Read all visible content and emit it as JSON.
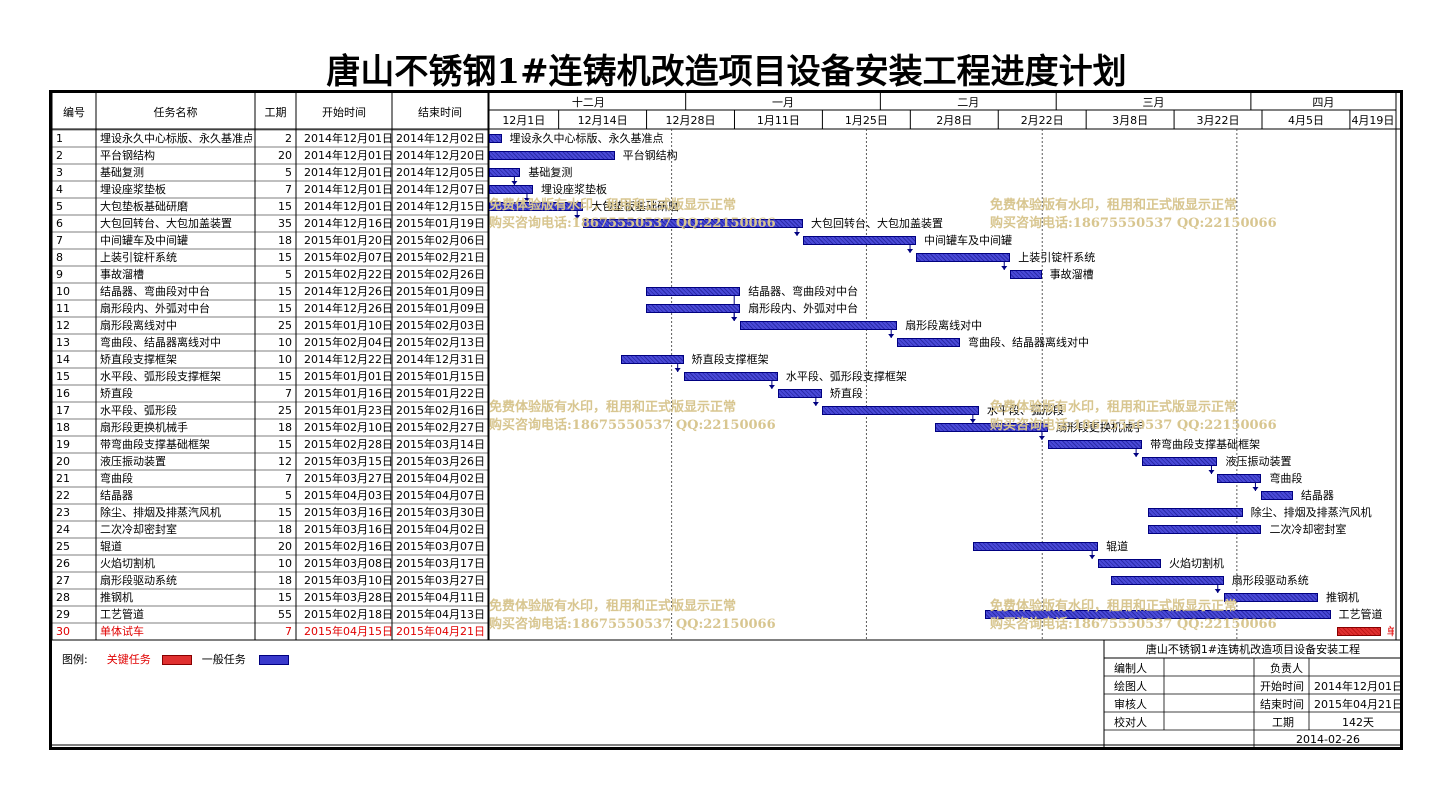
{
  "title": "唐山不锈钢1#连铸机改造项目设备安装工程进度计划",
  "columns": {
    "id": "编号",
    "name": "任务名称",
    "dur": "工期",
    "start": "开始时间",
    "end": "结束时间"
  },
  "months": [
    "十二月",
    "一月",
    "二月",
    "三月",
    "四月"
  ],
  "week_ticks": [
    "12月1日",
    "12月14日",
    "12月28日",
    "1月11日",
    "1月25日",
    "2月8日",
    "2月22日",
    "3月8日",
    "3月22日",
    "4月5日",
    "4月19日"
  ],
  "watermark": {
    "line1": "免费体验版有水印，租用和正式版显示正常",
    "line2": "购买咨询电话:18675550537 QQ:22150066"
  },
  "legend": {
    "label": "图例:",
    "critical": "关键任务",
    "normal": "一般任务"
  },
  "colors": {
    "normal_bar": "#3a3acc",
    "critical_bar": "#e03030",
    "critical_text": "#e00000"
  },
  "infobox": {
    "project": "唐山不锈钢1#连铸机改造项目设备安装工程",
    "editor_label": "编制人",
    "leader_label": "负责人",
    "drawer_label": "绘图人",
    "start_label": "开始时间",
    "start_value": "2014年12月01日",
    "reviewer_label": "审核人",
    "end_label": "结束时间",
    "end_value": "2015年04月21日",
    "checker_label": "校对人",
    "duration_label": "工期",
    "duration_value": "142天",
    "date": "2014-02-26"
  },
  "chart_data": {
    "type": "gantt",
    "x_axis": "date",
    "xlim": [
      "2014-12-01",
      "2015-04-21"
    ],
    "legend_placement": "bottom-left",
    "tasks": [
      {
        "id": "1",
        "name": "埋设永久中心标版、永久基准点",
        "name_cell": "埋设永久中心标版、永久基准点",
        "duration": "2",
        "start": "2014年12月01日",
        "end": "2014年12月02日",
        "bar_label": "埋设永久中心标版、永久基准点",
        "critical": false
      },
      {
        "id": "2",
        "name": "平台钢结构",
        "duration": "20",
        "start": "2014年12月01日",
        "end": "2014年12月20日",
        "bar_label": "平台钢结构",
        "critical": false
      },
      {
        "id": "3",
        "name": "基础复测",
        "duration": "5",
        "start": "2014年12月01日",
        "end": "2014年12月05日",
        "bar_label": "基础复测",
        "critical": false
      },
      {
        "id": "4",
        "name": "埋设座浆垫板",
        "duration": "7",
        "start": "2014年12月01日",
        "end": "2014年12月07日",
        "bar_label": "埋设座浆垫板",
        "critical": false
      },
      {
        "id": "5",
        "name": "大包垫板基础研磨",
        "duration": "15",
        "start": "2014年12月01日",
        "end": "2014年12月15日",
        "bar_label": "大包垫板基础研磨",
        "critical": false
      },
      {
        "id": "6",
        "name": "大包回转台、大包加盖装置",
        "duration": "35",
        "start": "2014年12月16日",
        "end": "2015年01月19日",
        "bar_label": "大包回转台、大包加盖装置",
        "critical": false
      },
      {
        "id": "7",
        "name": "中间罐车及中间罐",
        "duration": "18",
        "start": "2015年01月20日",
        "end": "2015年02月06日",
        "bar_label": "中间罐车及中间罐",
        "critical": false
      },
      {
        "id": "8",
        "name": "上装引锭杆系统",
        "duration": "15",
        "start": "2015年02月07日",
        "end": "2015年02月21日",
        "bar_label": "上装引锭杆系统",
        "critical": false
      },
      {
        "id": "9",
        "name": "事故溜槽",
        "duration": "5",
        "start": "2015年02月22日",
        "end": "2015年02月26日",
        "bar_label": "事故溜槽",
        "critical": false
      },
      {
        "id": "10",
        "name": "结晶器、弯曲段对中台",
        "duration": "15",
        "start": "2014年12月26日",
        "end": "2015年01月09日",
        "bar_label": "结晶器、弯曲段对中台",
        "critical": false
      },
      {
        "id": "11",
        "name": "扇形段内、外弧对中台",
        "duration": "15",
        "start": "2014年12月26日",
        "end": "2015年01月09日",
        "bar_label": "扇形段内、外弧对中台",
        "critical": false
      },
      {
        "id": "12",
        "name": "扇形段离线对中",
        "duration": "25",
        "start": "2015年01月10日",
        "end": "2015年02月03日",
        "bar_label": "扇形段离线对中",
        "critical": false
      },
      {
        "id": "13",
        "name": "弯曲段、结晶器离线对中",
        "duration": "10",
        "start": "2015年02月04日",
        "end": "2015年02月13日",
        "bar_label": "弯曲段、结晶器离线对中",
        "critical": false
      },
      {
        "id": "14",
        "name": "矫直段支撑框架",
        "duration": "10",
        "start": "2014年12月22日",
        "end": "2014年12月31日",
        "bar_label": "矫直段支撑框架",
        "critical": false
      },
      {
        "id": "15",
        "name": "水平段、弧形段支撑框架",
        "duration": "15",
        "start": "2015年01月01日",
        "end": "2015年01月15日",
        "bar_label": "水平段、弧形段支撑框架",
        "critical": false
      },
      {
        "id": "16",
        "name": "矫直段",
        "duration": "7",
        "start": "2015年01月16日",
        "end": "2015年01月22日",
        "bar_label": "矫直段",
        "critical": false
      },
      {
        "id": "17",
        "name": "水平段、弧形段",
        "duration": "25",
        "start": "2015年01月23日",
        "end": "2015年02月16日",
        "bar_label": "水平段、弧形段",
        "critical": false
      },
      {
        "id": "18",
        "name": "扇形段更换机械手",
        "duration": "18",
        "start": "2015年02月10日",
        "end": "2015年02月27日",
        "bar_label": "扇形段更换机械手",
        "critical": false
      },
      {
        "id": "19",
        "name": "带弯曲段支撑基础框架",
        "duration": "15",
        "start": "2015年02月28日",
        "end": "2015年03月14日",
        "bar_label": "带弯曲段支撑基础框架",
        "critical": false
      },
      {
        "id": "20",
        "name": "液压振动装置",
        "duration": "12",
        "start": "2015年03月15日",
        "end": "2015年03月26日",
        "bar_label": "液压振动装置",
        "critical": false
      },
      {
        "id": "21",
        "name": "弯曲段",
        "duration": "7",
        "start": "2015年03月27日",
        "end": "2015年04月02日",
        "bar_label": "弯曲段",
        "critical": false
      },
      {
        "id": "22",
        "name": "结晶器",
        "duration": "5",
        "start": "2015年04月03日",
        "end": "2015年04月07日",
        "bar_label": "结晶器",
        "critical": false
      },
      {
        "id": "23",
        "name": "除尘、排烟及排蒸汽风机",
        "duration": "15",
        "start": "2015年03月16日",
        "end": "2015年03月30日",
        "bar_label": "除尘、排烟及排蒸汽风机",
        "critical": false
      },
      {
        "id": "24",
        "name": "二次冷却密封室",
        "duration": "18",
        "start": "2015年03月16日",
        "end": "2015年04月02日",
        "bar_label": "二次冷却密封室",
        "critical": false
      },
      {
        "id": "25",
        "name": "辊道",
        "duration": "20",
        "start": "2015年02月16日",
        "end": "2015年03月07日",
        "bar_label": "辊道",
        "critical": false
      },
      {
        "id": "26",
        "name": "火焰切割机",
        "duration": "10",
        "start": "2015年03月08日",
        "end": "2015年03月17日",
        "bar_label": "火焰切割机",
        "critical": false
      },
      {
        "id": "27",
        "name": "扇形段驱动系统",
        "duration": "18",
        "start": "2015年03月10日",
        "end": "2015年03月27日",
        "bar_label": "扇形段驱动系统",
        "critical": false
      },
      {
        "id": "28",
        "name": "推钢机",
        "duration": "15",
        "start": "2015年03月28日",
        "end": "2015年04月11日",
        "bar_label": "推钢机",
        "critical": false
      },
      {
        "id": "29",
        "name": "工艺管道",
        "duration": "55",
        "start": "2015年02月18日",
        "end": "2015年04月13日",
        "bar_label": "工艺管道",
        "critical": false
      },
      {
        "id": "30",
        "name": "单体试车",
        "duration": "7",
        "start": "2015年04月15日",
        "end": "2015年04月21日",
        "bar_label": "单体试车",
        "critical": true
      }
    ],
    "links": [
      [
        3,
        4
      ],
      [
        4,
        5
      ],
      [
        5,
        6
      ],
      [
        6,
        7
      ],
      [
        7,
        8
      ],
      [
        8,
        9
      ],
      [
        10,
        12
      ],
      [
        11,
        12
      ],
      [
        12,
        13
      ],
      [
        14,
        15
      ],
      [
        15,
        16
      ],
      [
        16,
        17
      ],
      [
        17,
        18
      ],
      [
        18,
        19
      ],
      [
        19,
        20
      ],
      [
        20,
        21
      ],
      [
        21,
        22
      ],
      [
        25,
        26
      ],
      [
        27,
        28
      ]
    ]
  }
}
